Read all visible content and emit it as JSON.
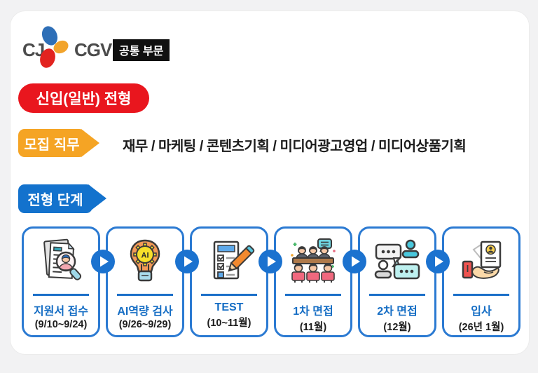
{
  "page": {
    "bg_color": "#f2f2f3",
    "panel_bg": "#ffffff",
    "accent_blue": "#1372cd",
    "accent_red": "#e9161e",
    "accent_orange": "#f5a424"
  },
  "header": {
    "logo_cj": "CJ",
    "logo_cgv": "CGV",
    "logo_icon": "cj-petals-icon",
    "logo_petal_colors": {
      "blue": "#2e6fb7",
      "orange": "#f2a42c",
      "red": "#e2231f"
    },
    "division_badge": "공통 부문"
  },
  "recruit_type": {
    "label": "신입(일반) 전형"
  },
  "positions": {
    "label": "모집 직무",
    "value": "재무 / 마케팅 / 콘텐츠기획 / 미디어광고영업 / 미디어상품기획"
  },
  "stages": {
    "label": "전형 단계",
    "arrow_icon": "next-step-arrow-icon",
    "steps": [
      {
        "title": "지원서 접수",
        "date": "(9/10~9/24)",
        "icon": "application-review-icon"
      },
      {
        "title": "AI역량 검사",
        "date": "(9/26~9/29)",
        "icon": "ai-bulb-icon",
        "icon_text": "AI"
      },
      {
        "title": "TEST",
        "date": "(10~11월)",
        "icon": "checklist-pencil-icon"
      },
      {
        "title": "1차 면접",
        "date": "(11월)",
        "icon": "panel-interview-icon"
      },
      {
        "title": "2차 면접",
        "date": "(12월)",
        "icon": "chat-interview-icon"
      },
      {
        "title": "입사",
        "date": "(26년 1월)",
        "icon": "id-card-hand-icon"
      }
    ]
  }
}
